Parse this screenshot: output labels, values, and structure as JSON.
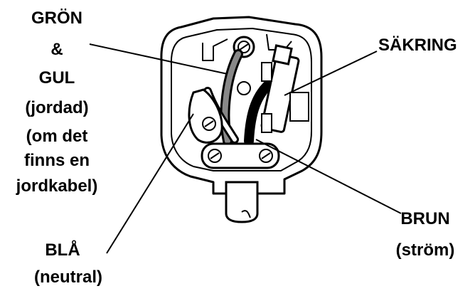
{
  "labels": {
    "earth": [
      "GRÖN",
      "&",
      "GUL",
      "(jordad)",
      "(om det",
      "finns en",
      "jordkabel)"
    ],
    "fuse": "SÄKRING",
    "neutral": [
      "BLÅ",
      "(neutral)"
    ],
    "live": [
      "BRUN",
      "(ström)"
    ]
  },
  "colors": {
    "ink": "#000000",
    "background": "#ffffff",
    "wire": "#888888"
  },
  "icons": [
    "plug-icon",
    "fuse-icon",
    "terminal-screw-icon",
    "cable-grip-icon"
  ]
}
